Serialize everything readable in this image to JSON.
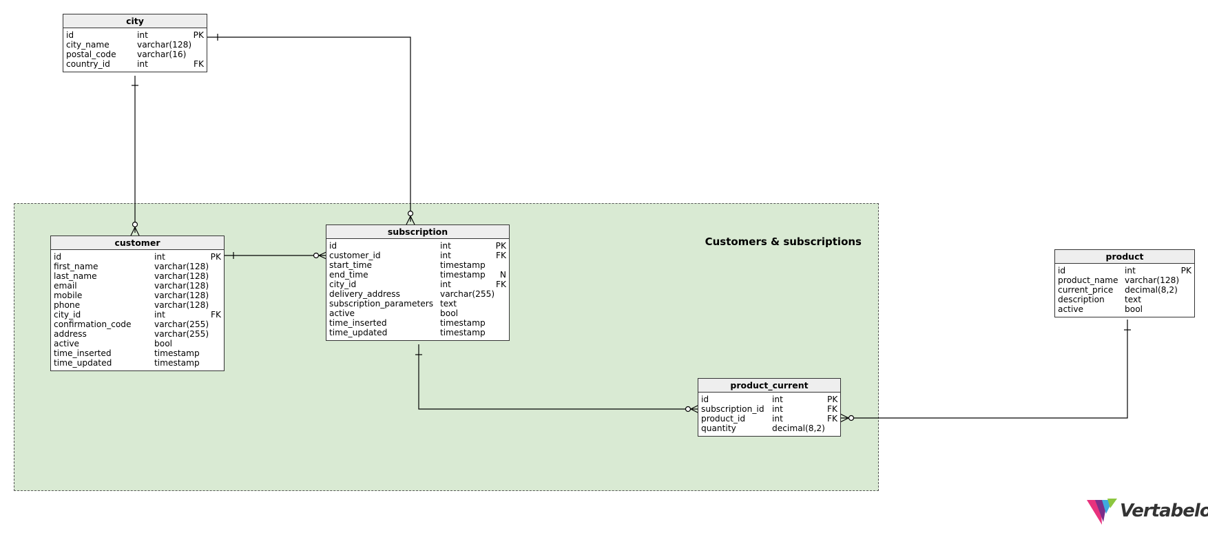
{
  "area": {
    "title": "Customers & subscriptions"
  },
  "tables": {
    "city": {
      "name": "city",
      "columns": [
        {
          "name": "id",
          "type": "int",
          "key": "PK"
        },
        {
          "name": "city_name",
          "type": "varchar(128)",
          "key": ""
        },
        {
          "name": "postal_code",
          "type": "varchar(16)",
          "key": ""
        },
        {
          "name": "country_id",
          "type": "int",
          "key": "FK"
        }
      ]
    },
    "customer": {
      "name": "customer",
      "columns": [
        {
          "name": "id",
          "type": "int",
          "key": "PK"
        },
        {
          "name": "first_name",
          "type": "varchar(128)",
          "key": ""
        },
        {
          "name": "last_name",
          "type": "varchar(128)",
          "key": ""
        },
        {
          "name": "email",
          "type": "varchar(128)",
          "key": ""
        },
        {
          "name": "mobile",
          "type": "varchar(128)",
          "key": ""
        },
        {
          "name": "phone",
          "type": "varchar(128)",
          "key": ""
        },
        {
          "name": "city_id",
          "type": "int",
          "key": "FK"
        },
        {
          "name": "confirmation_code",
          "type": "varchar(255)",
          "key": ""
        },
        {
          "name": "address",
          "type": "varchar(255)",
          "key": ""
        },
        {
          "name": "active",
          "type": "bool",
          "key": ""
        },
        {
          "name": "time_inserted",
          "type": "timestamp",
          "key": ""
        },
        {
          "name": "time_updated",
          "type": "timestamp",
          "key": ""
        }
      ]
    },
    "subscription": {
      "name": "subscription",
      "columns": [
        {
          "name": "id",
          "type": "int",
          "key": "PK"
        },
        {
          "name": "customer_id",
          "type": "int",
          "key": "FK"
        },
        {
          "name": "start_time",
          "type": "timestamp",
          "key": ""
        },
        {
          "name": "end_time",
          "type": "timestamp",
          "key": "N"
        },
        {
          "name": "city_id",
          "type": "int",
          "key": "FK"
        },
        {
          "name": "delivery_address",
          "type": "varchar(255)",
          "key": ""
        },
        {
          "name": "subscription_parameters",
          "type": "text",
          "key": ""
        },
        {
          "name": "active",
          "type": "bool",
          "key": ""
        },
        {
          "name": "time_inserted",
          "type": "timestamp",
          "key": ""
        },
        {
          "name": "time_updated",
          "type": "timestamp",
          "key": ""
        }
      ]
    },
    "product_current": {
      "name": "product_current",
      "columns": [
        {
          "name": "id",
          "type": "int",
          "key": "PK"
        },
        {
          "name": "subscription_id",
          "type": "int",
          "key": "FK"
        },
        {
          "name": "product_id",
          "type": "int",
          "key": "FK"
        },
        {
          "name": "quantity",
          "type": "decimal(8,2)",
          "key": ""
        }
      ]
    },
    "product": {
      "name": "product",
      "columns": [
        {
          "name": "id",
          "type": "int",
          "key": "PK"
        },
        {
          "name": "product_name",
          "type": "varchar(128)",
          "key": ""
        },
        {
          "name": "current_price",
          "type": "decimal(8,2)",
          "key": ""
        },
        {
          "name": "description",
          "type": "text",
          "key": ""
        },
        {
          "name": "active",
          "type": "bool",
          "key": ""
        }
      ]
    }
  },
  "relationships": [
    {
      "from": "city",
      "to": "customer",
      "from_card": "one",
      "to_card": "zero-or-many"
    },
    {
      "from": "city",
      "to": "subscription",
      "from_card": "one",
      "to_card": "zero-or-many"
    },
    {
      "from": "customer",
      "to": "subscription",
      "from_card": "one",
      "to_card": "zero-or-many"
    },
    {
      "from": "subscription",
      "to": "product_current",
      "from_card": "one",
      "to_card": "zero-or-many"
    },
    {
      "from": "product",
      "to": "product_current",
      "from_card": "one",
      "to_card": "zero-or-many"
    }
  ],
  "colors": {
    "area_fill": "#d9ead3",
    "header_fill": "#eeeeee",
    "line": "#000000"
  },
  "logo": {
    "text": "Vertabelo"
  }
}
